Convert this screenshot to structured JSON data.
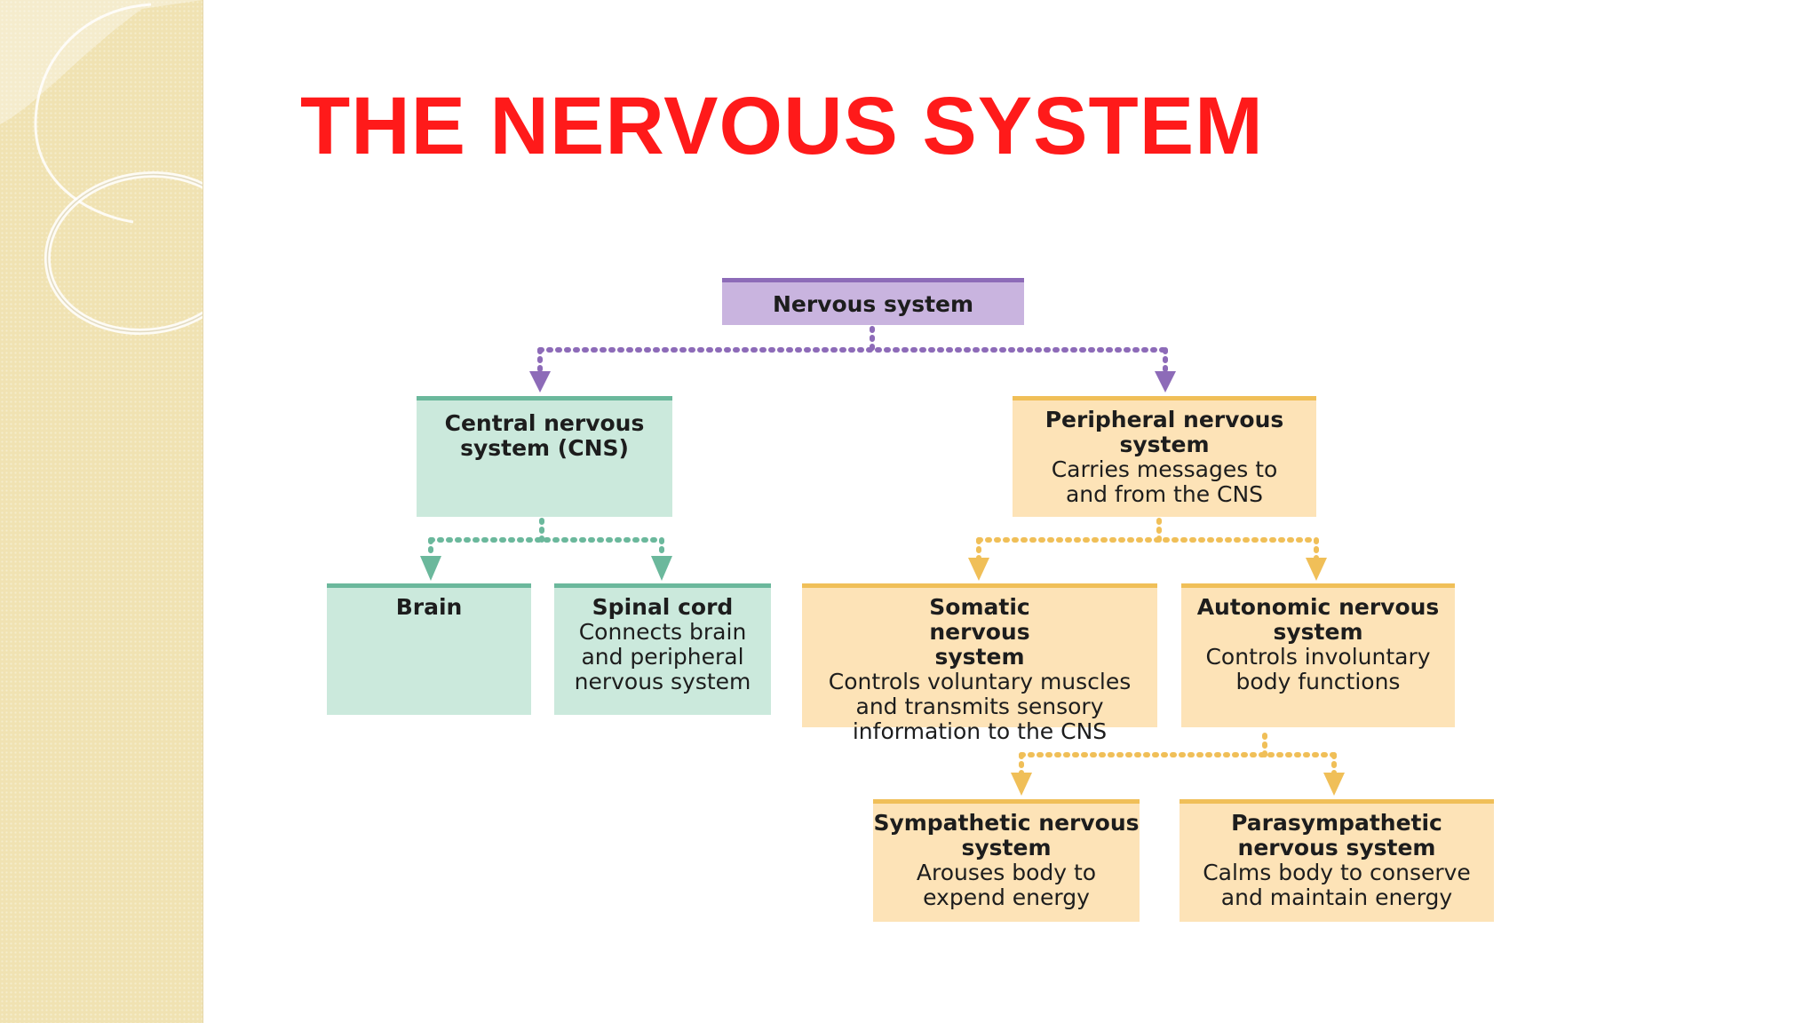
{
  "title": "THE NERVOUS SYSTEM",
  "colors": {
    "title": "#ff1a1a",
    "purple_fill": "#c9b4df",
    "purple_line": "#8d6bb8",
    "green_fill": "#cbe9dc",
    "green_line": "#6bb89c",
    "orange_fill": "#fde3b7",
    "orange_line": "#f0bf58",
    "sidebar": "#f0e2b2"
  },
  "nodes": {
    "nervous": {
      "name": "Nervous system"
    },
    "cns": {
      "name": "Central nervous system (CNS)"
    },
    "pns": {
      "name": "Peripheral nervous system",
      "desc": "Carries messages to and from the CNS"
    },
    "brain": {
      "name": "Brain"
    },
    "spinal": {
      "name": "Spinal cord",
      "desc": "Connects brain and peripheral nervous system"
    },
    "somatic": {
      "name": "Somatic nervous system",
      "desc": "Controls voluntary muscles and transmits sensory information to the CNS"
    },
    "autonomic": {
      "name": "Autonomic nervous system",
      "desc": "Controls involuntary body functions"
    },
    "sympathetic": {
      "name": "Sympathetic nervous system",
      "desc": "Arouses body to expend energy"
    },
    "parasympathetic": {
      "name": "Parasympathetic nervous system",
      "desc": "Calms body to conserve and maintain energy"
    }
  }
}
